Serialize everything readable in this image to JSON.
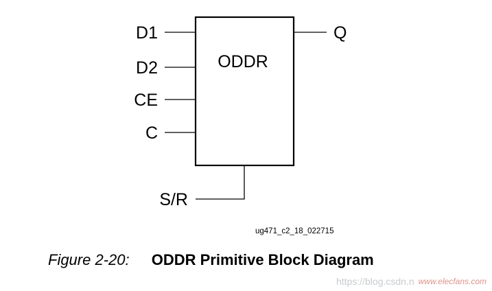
{
  "diagram": {
    "block_label": "ODDR",
    "inputs": [
      "D1",
      "D2",
      "CE",
      "C"
    ],
    "output": "Q",
    "bottom_pin": "S/R",
    "reference_code": "ug471_c2_18_022715"
  },
  "caption": {
    "figure_number": "Figure 2-20:",
    "title": "ODDR Primitive Block Diagram"
  },
  "watermark": {
    "url_text": "https://blog.csdn.n",
    "site_text": "www.elecfans.com"
  }
}
